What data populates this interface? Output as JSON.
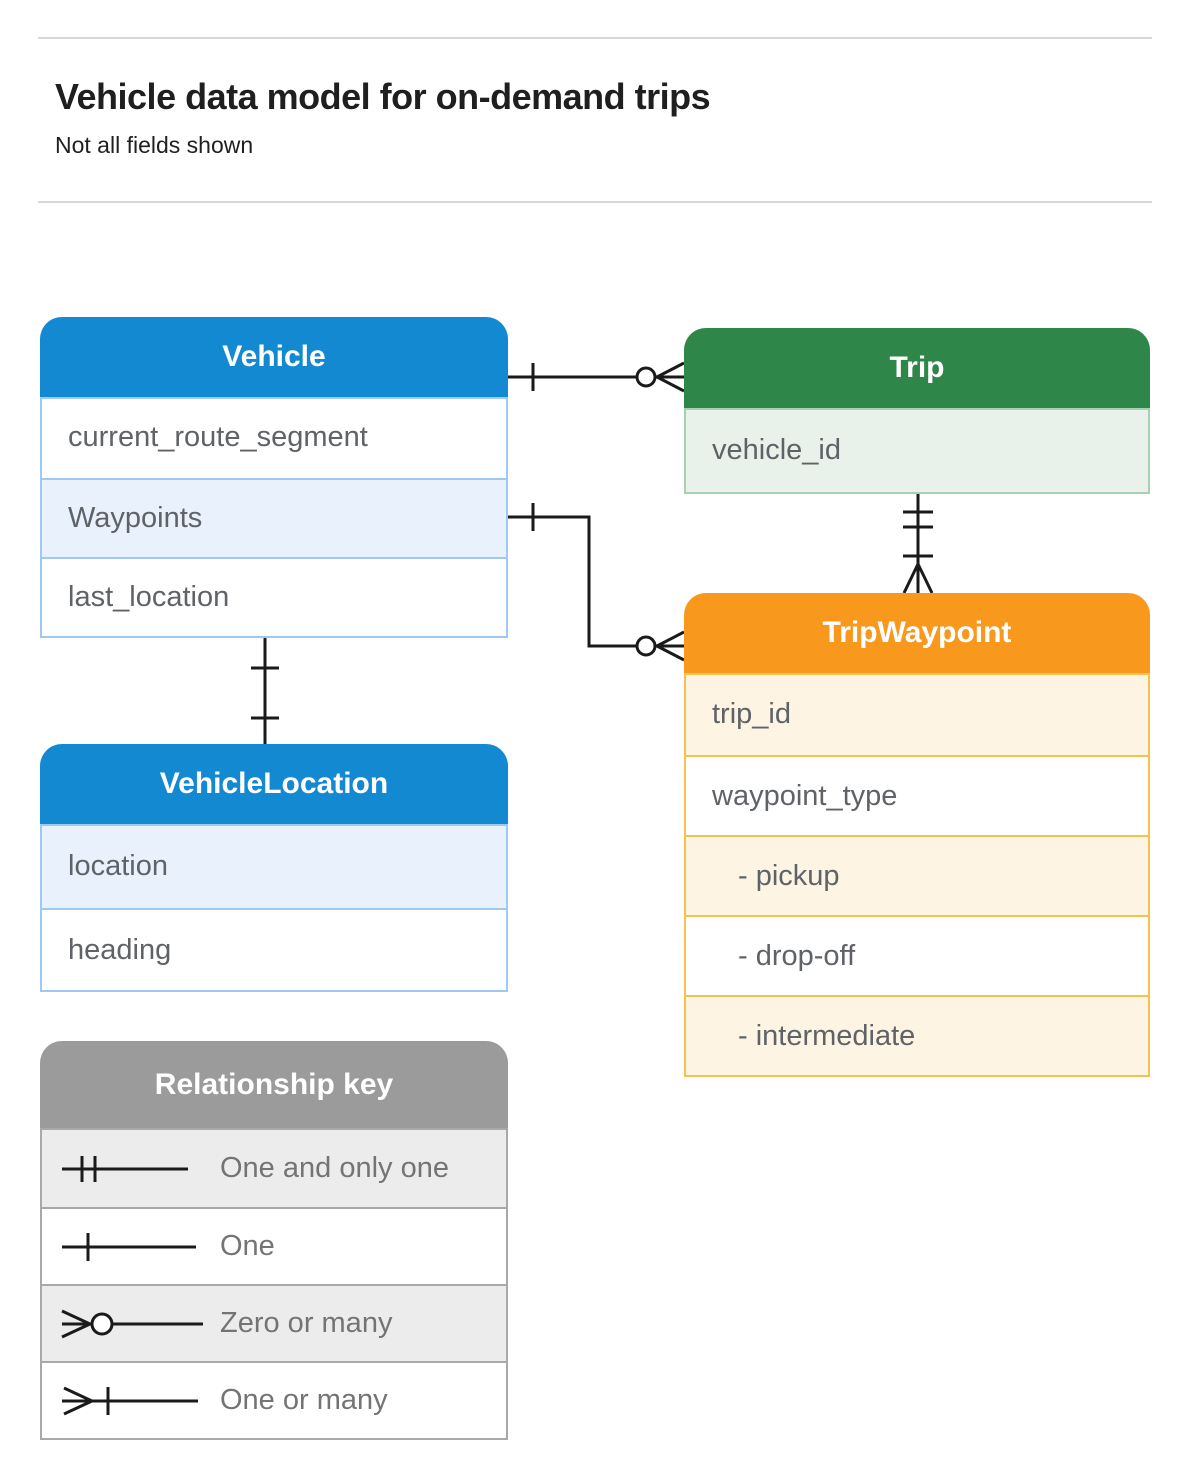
{
  "page": {
    "title": "Vehicle data model for on-demand trips",
    "subtitle": "Not all fields shown"
  },
  "tables": {
    "vehicle": {
      "title": "Vehicle",
      "rows": [
        {
          "label": "current_route_segment"
        },
        {
          "label": "Waypoints"
        },
        {
          "label": "last_location"
        }
      ]
    },
    "trip": {
      "title": "Trip",
      "rows": [
        {
          "label": "vehicle_id"
        }
      ]
    },
    "trip_waypoint": {
      "title": "TripWaypoint",
      "rows": [
        {
          "label": "trip_id"
        },
        {
          "label": "waypoint_type"
        },
        {
          "label": "- pickup"
        },
        {
          "label": "- drop-off"
        },
        {
          "label": "- intermediate"
        }
      ]
    },
    "vehicle_location": {
      "title": "VehicleLocation",
      "rows": [
        {
          "label": "location"
        },
        {
          "label": "heading"
        }
      ]
    }
  },
  "legend": {
    "title": "Relationship key",
    "items": [
      {
        "symbol": "one-and-only-one",
        "label": "One and only one"
      },
      {
        "symbol": "one",
        "label": "One"
      },
      {
        "symbol": "zero-or-many",
        "label": "Zero or many"
      },
      {
        "symbol": "one-or-many",
        "label": "One or many"
      }
    ]
  },
  "relationships": [
    {
      "from": "Vehicle",
      "to": "Trip",
      "from_cardinality": "one",
      "to_cardinality": "zero-or-many"
    },
    {
      "from": "Vehicle.Waypoints",
      "to": "TripWaypoint",
      "from_cardinality": "one",
      "to_cardinality": "zero-or-many"
    },
    {
      "from": "Trip",
      "to": "TripWaypoint",
      "from_cardinality": "one-and-only-one",
      "to_cardinality": "one-or-many"
    },
    {
      "from": "Vehicle",
      "to": "VehicleLocation",
      "from_cardinality": "one",
      "to_cardinality": "one"
    }
  ],
  "colors": {
    "blue_header": "#1389d1",
    "blue_row": "#e9f2fc",
    "blue_border": "#9ec9f2",
    "green_header": "#2e8648",
    "green_row": "#e9f2ea",
    "green_border": "#a5d3b0",
    "orange_header": "#f8981d",
    "orange_row": "#fdf4e3",
    "orange_border": "#f6c14f",
    "gray_header": "#9b9b9b",
    "gray_row": "#ececec",
    "row_text": "#5f6368",
    "connector": "#1a1a1a"
  }
}
